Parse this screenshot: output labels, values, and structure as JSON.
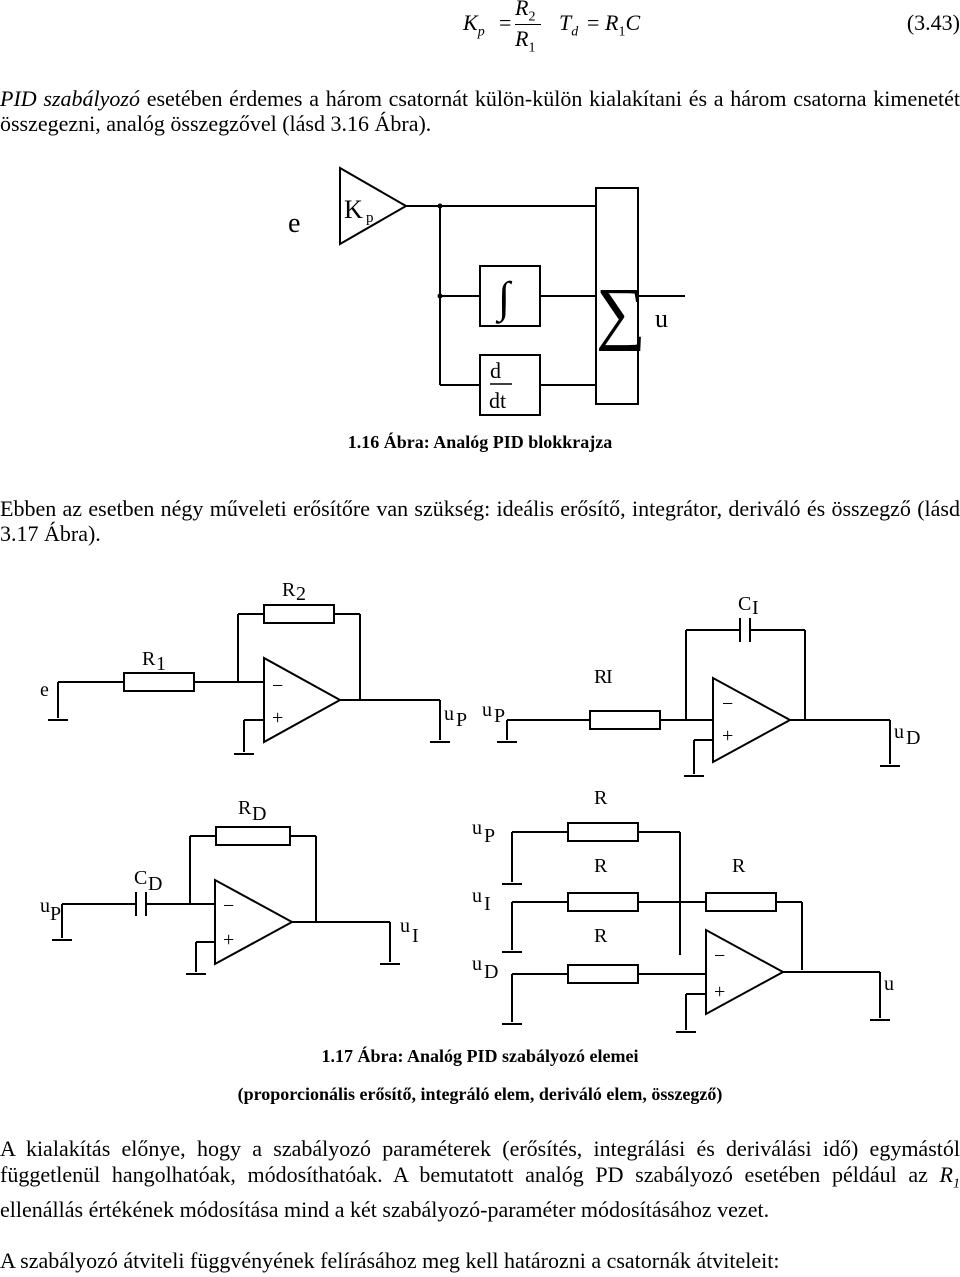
{
  "equation": {
    "kp": "K",
    "kp_sub": "p",
    "eq1": "=",
    "num": "R",
    "num_sub": "2",
    "den": "R",
    "den_sub": "1",
    "td": "T",
    "td_sub": "d",
    "eq2": "=",
    "rhs": "R",
    "rhs_sub": "1",
    "rhs_c": "C",
    "number": "(3.43)"
  },
  "para1": {
    "italic_lead": "PID szabályozó",
    "text": " esetében érdemes a három csatornát külön-külön kialakítani és a három csatorna kimenetét összegezni, analóg összegzővel (lásd 3.16 Ábra)."
  },
  "fig16": {
    "input": "e",
    "gain": "K",
    "gain_sub": "p",
    "integral": "∫",
    "deriv_num": "d",
    "deriv_den": "dt",
    "sum": "∑",
    "output": "u",
    "caption": "1.16 Ábra: Analóg PID blokkrajza"
  },
  "para2": {
    "text": "Ebben az esetben négy műveleti erősítőre van szükség: ideális erősítő, integrátor, deriváló és összegző (lásd 3.17 Ábra)."
  },
  "fig17": {
    "p_in": "e",
    "p_r1": "R",
    "p_r1_sub": "1",
    "p_r2": "R",
    "p_r2_sub": "2",
    "p_out": "u",
    "p_out_sub": "P",
    "i_in": "u",
    "i_in_sub": "P",
    "i_r": "R",
    "i_r_sub": "I",
    "i_c": "C",
    "i_c_sub": "I",
    "i_out": "u",
    "i_out_sub": "D",
    "d_in": "u",
    "d_in_sub": "P",
    "d_c": "C",
    "d_c_sub": "D",
    "d_r": "R",
    "d_r_sub": "D",
    "d_out": "u",
    "d_out_sub": "I",
    "s_in1": "u",
    "s_in1_sub": "P",
    "s_in2": "u",
    "s_in2_sub": "I",
    "s_in3": "u",
    "s_in3_sub": "D",
    "s_r": "R",
    "s_out": "u",
    "minus": "−",
    "plus": "+",
    "caption": "1.17 Ábra: Analóg PID szabályozó elemei",
    "subcaption": "(proporcionális erősítő, integráló elem, deriváló elem, összegző)"
  },
  "para3": {
    "t1": "A kialakítás előnye, hogy a szabályozó paraméterek (erősítés, integrálási és deriválási idő) egymástól függetlenül hangolhatóak, módosíthatóak. A bemutatott analóg PD szabályozó esetében például az ",
    "r": "R",
    "r_sub": "1",
    "t2": " ellenállás értékének módosítása mind a két szabályozó-paraméter módosításához vezet."
  },
  "para4": {
    "text": "A szabályozó átviteli függvényének felírásához meg kell határozni a csatornák átviteleit:"
  }
}
